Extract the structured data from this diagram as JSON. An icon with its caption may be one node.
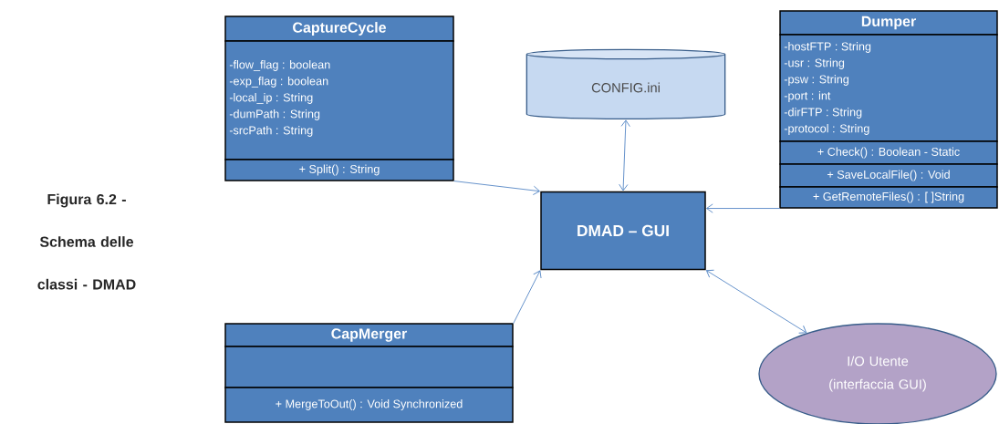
{
  "diagram": {
    "caption": "Figura 6.2 - Schema delle classi - DMAD",
    "nodes": [
      {
        "text": [
          "CaptureCycle",
          "-flow_flag : boolean",
          "-exp_flag : boolean",
          "-local_ip : String",
          "-dumPath : String",
          "-srcPath : String",
          "+ Split() : String"
        ]
      },
      {
        "text": [
          "CONFIG.ini"
        ]
      },
      {
        "text": [
          "Dumper",
          "-hostFTP : String",
          "-usr : String",
          "-psw : String",
          "-port : int",
          "-dirFTP : String",
          "-protocol : String",
          "+ Check() : Boolean - Static",
          "+ SaveLocalFile() : Void",
          "+ GetRemoteFiles() : [ ]String"
        ]
      },
      {
        "text": [
          "DMAD – GUI"
        ]
      },
      {
        "text": [
          "CapMerger",
          "+ MergeToOut() : Void Synchronized"
        ]
      },
      {
        "text": [
          "I/O Utente (interfaccia GUI)"
        ]
      }
    ],
    "edges": [
      {
        "from": 0,
        "to": 3,
        "arrow": "to"
      },
      {
        "from": 1,
        "to": 3,
        "arrow": "both"
      },
      {
        "from": 2,
        "to": 3,
        "arrow": "to"
      },
      {
        "from": 4,
        "to": 3,
        "arrow": "to"
      },
      {
        "from": 5,
        "to": 3,
        "arrow": "both"
      }
    ]
  }
}
